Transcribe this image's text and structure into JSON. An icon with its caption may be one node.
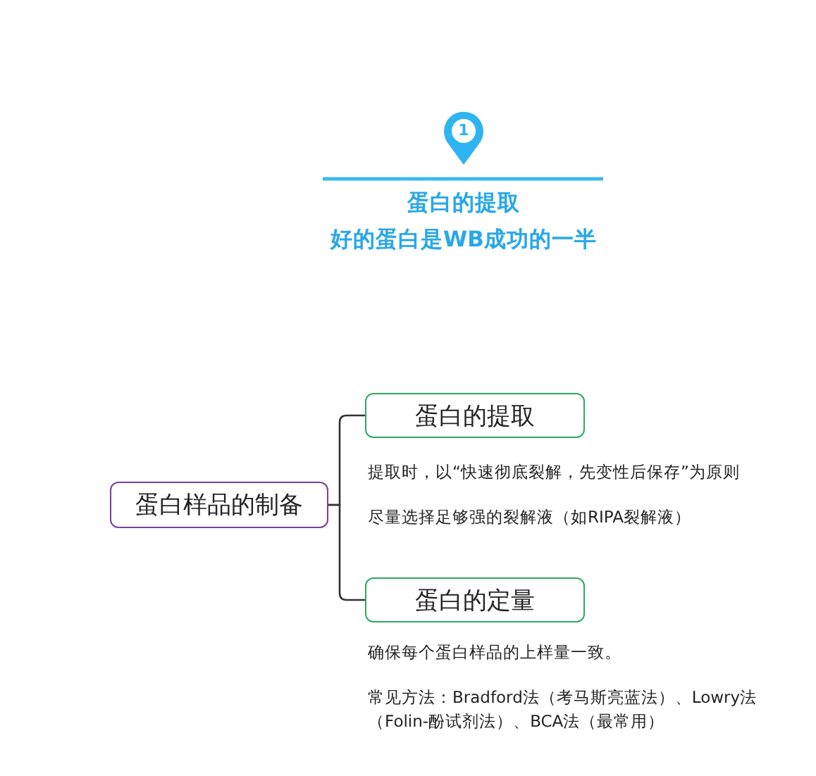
{
  "diagram": {
    "title": "蛋白的提取",
    "nodes": [
      {
        "text": [
          "蛋白样品的制备"
        ]
      },
      {
        "text": [
          "蛋白的提取"
        ],
        "beside": [
          "提取时，以“快速彻底裂解，先变性后保存”为原则",
          "尽量选择足够强的裂解液（如RIPA裂解液）"
        ]
      },
      {
        "text": [
          "蛋白的定量"
        ],
        "beside": [
          "确保每个蛋白样品的上样量一致。",
          "常见方法：Bradford法（考马斯亮蓝法）、Lowry法（Folin-酚试剂法）、BCA法（最常用）"
        ]
      }
    ],
    "edges": [
      {
        "from": 0,
        "to": 1,
        "arrow": "none"
      },
      {
        "from": 0,
        "to": 2,
        "arrow": "none"
      }
    ],
    "labels": [
      "1",
      "好的蛋白是WB成功的一半"
    ]
  }
}
